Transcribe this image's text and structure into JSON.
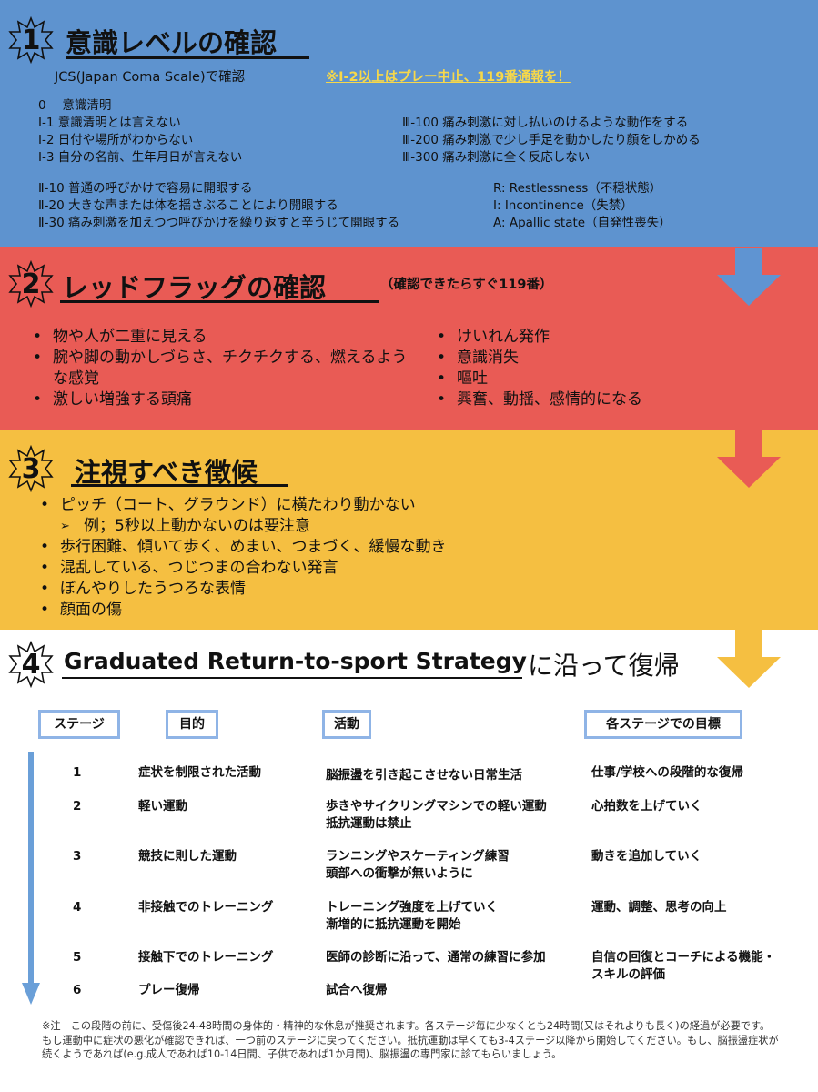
{
  "section1": {
    "number": "1",
    "title": "意識レベルの確認",
    "jcs_label": "JCS(Japan Coma Scale)で確認",
    "warning": "※Ⅰ-2以上はプレー中止、119番通報を！",
    "levels_left": [
      "0　 意識清明",
      "Ⅰ-1 意識清明とは言えない",
      "Ⅰ-2 日付や場所がわからない",
      "Ⅰ-3 自分の名前、生年月日が言えない"
    ],
    "levels_right": [
      "Ⅲ-100 痛み刺激に対し払いのけるような動作をする",
      "Ⅲ-200 痛み刺激で少し手足を動かしたり顔をしかめる",
      "Ⅲ-300 痛み刺激に全く反応しない"
    ],
    "levels_left2": [
      "Ⅱ-10 普通の呼びかけで容易に開眼する",
      "Ⅱ-20 大きな声または体を揺さぶることにより開眼する",
      "Ⅱ-30 痛み刺激を加えつつ呼びかけを繰り返すと辛うじて開眼する"
    ],
    "codes": [
      "R: Restlessness（不穏状態）",
      "I: Incontinence（失禁）",
      "A: Apallic state（自発性喪失）"
    ]
  },
  "section2": {
    "number": "2",
    "title": "レッドフラッグの確認",
    "subtitle": "（確認できたらすぐ119番）",
    "bullets_left": [
      "物や人が二重に見える",
      "腕や脚の動かしづらさ、チクチクする、燃えるような感覚",
      "激しい増強する頭痛"
    ],
    "bullets_right": [
      "けいれん発作",
      "意識消失",
      "嘔吐",
      "興奮、動揺、感情的になる"
    ]
  },
  "section3": {
    "number": "3",
    "title": "注視すべき徴候",
    "bullet1": "ピッチ（コート、グラウンド）に横たわり動かない",
    "sub1": "例；5秒以上動かないのは要注意",
    "bullets": [
      "歩行困難、傾いて歩く、めまい、つまづく、緩慢な動き",
      "混乱している、つじつまの合わない発言",
      "ぼんやりしたうつろな表情",
      "顔面の傷"
    ]
  },
  "section4": {
    "number": "4",
    "title_en": "Graduated Return-to-sport Strategy",
    "title_jp": "に沿って復帰",
    "headers": [
      "ステージ",
      "目的",
      "活動",
      "各ステージでの目標"
    ],
    "rows": [
      {
        "stage": "1",
        "purpose": "症状を制限された活動",
        "activity": "脳振盪を引き起こさせない日常生活",
        "goal": "仕事/学校への段階的な復帰"
      },
      {
        "stage": "2",
        "purpose": "軽い運動",
        "activity": "歩きやサイクリングマシンでの軽い運動\n抵抗運動は禁止",
        "goal": "心拍数を上げていく"
      },
      {
        "stage": "3",
        "purpose": "競技に則した運動",
        "activity": "ランニングやスケーティング練習\n頭部への衝撃が無いように",
        "goal": "動きを追加していく"
      },
      {
        "stage": "4",
        "purpose": "非接触でのトレーニング",
        "activity": "トレーニング強度を上げていく\n漸増的に抵抗運動を開始",
        "goal": "運動、調整、思考の向上"
      },
      {
        "stage": "5",
        "purpose": "接触下でのトレーニング",
        "activity": "医師の診断に沿って、通常の練習に参加",
        "goal": "自信の回復とコーチによる機能・\nスキルの評価"
      },
      {
        "stage": "6",
        "purpose": "プレー復帰",
        "activity": "試合へ復帰",
        "goal": ""
      }
    ],
    "note": "※注　この段階の前に、受傷後24-48時間の身体的・精神的な休息が推奨されます。各ステージ毎に少なくとも24時間(又はそれよりも長く)の経過が必要です。もし運動中に症状の悪化が確認できれば、一つ前のステージに戻ってください。抵抗運動は早くても3-4ステージ以降から開始してください。もし、脳振盪症状が続くようであれば(e.g.成人であれば10-14日間、子供であれば1か月間)、脳振盪の専門家に診てもらいましょう。"
  },
  "colors": {
    "blue": "#5e93cf",
    "red": "#e95b55",
    "yellow": "#f5bf41",
    "warning": "#f7d84a",
    "arrow_blue": "#5f94d2",
    "arrow_red": "#e95b55",
    "arrow_yellow": "#f5bf41"
  }
}
